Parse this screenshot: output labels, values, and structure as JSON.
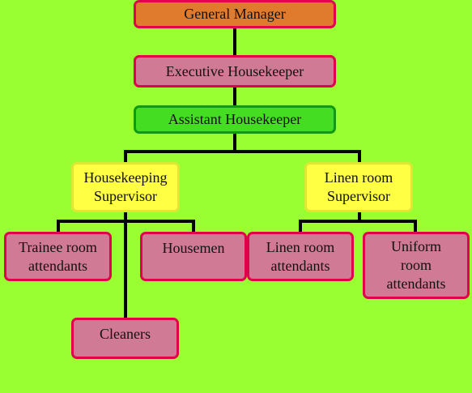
{
  "diagram": {
    "nodes": {
      "general_manager": "General Manager",
      "executive_housekeeper": "Executive Housekeeper",
      "assistant_housekeeper": "Assistant Housekeeper",
      "housekeeping_supervisor": "Housekeeping\nSupervisor",
      "linen_room_supervisor": "Linen room\nSupervisor",
      "trainee_room_attendants": "Trainee room\nattendants",
      "housemen": "Housemen",
      "cleaners": "Cleaners",
      "linen_room_attendants": "Linen room\nattendants",
      "uniform_room_attendants": "Uniform\nroom\nattendants"
    },
    "colors": {
      "background": "#99ff33",
      "connector": "#000000",
      "top_fill": "#e07a2c",
      "pink_fill": "#d07a96",
      "green_fill": "#44dd22",
      "yellow_fill": "#ffff44",
      "red_border": "#e0004c"
    }
  }
}
